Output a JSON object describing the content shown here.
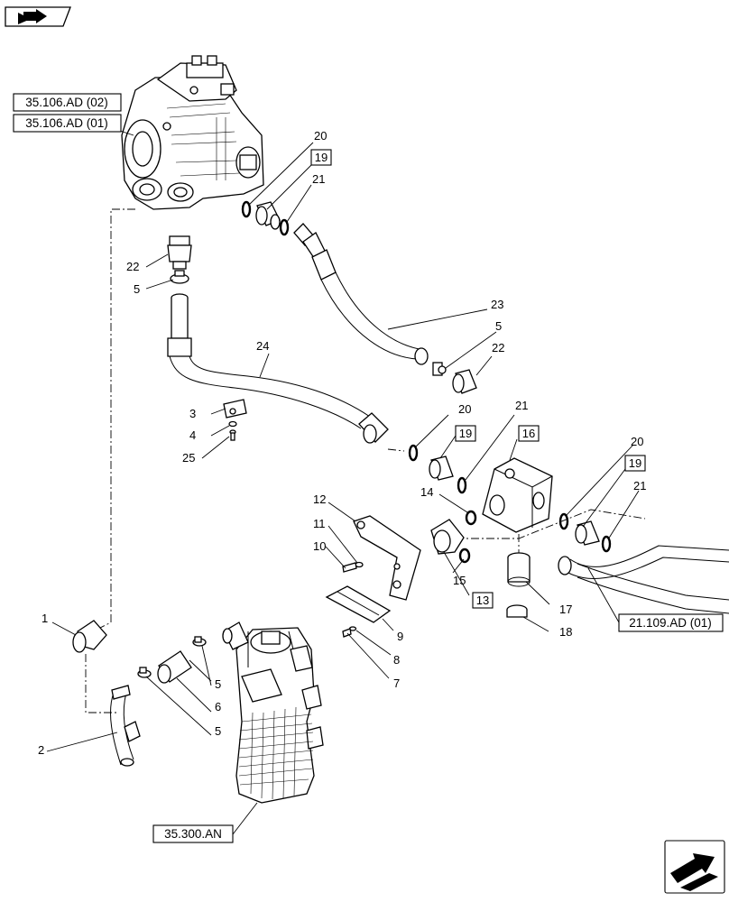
{
  "colors": {
    "ink": "#000000",
    "paper": "#ffffff"
  },
  "icons": {
    "top_left": "book-arrow-icon",
    "bottom_right": "next-page-arrow-icon"
  },
  "refs": {
    "ad02": "35.106.AD (02)",
    "ad01": "35.106.AD (01)",
    "an": "35.300.AN",
    "ad109": "21.109.AD (01)"
  },
  "callouts": {
    "c1": "1",
    "c2": "2",
    "c3": "3",
    "c4": "4",
    "c5a": "5",
    "c5b": "5",
    "c5c": "5",
    "c5d": "5",
    "c6": "6",
    "c7": "7",
    "c8": "8",
    "c9": "9",
    "c10": "10",
    "c11": "11",
    "c12": "12",
    "c13": "13",
    "c14": "14",
    "c15": "15",
    "c16": "16",
    "c17": "17",
    "c18": "18",
    "c19a": "19",
    "c19b": "19",
    "c19c": "19",
    "c20a": "20",
    "c20b": "20",
    "c20c": "20",
    "c21a": "21",
    "c21b": "21",
    "c21c": "21",
    "c22a": "22",
    "c22b": "22",
    "c23": "23",
    "c24": "24",
    "c25": "25"
  }
}
